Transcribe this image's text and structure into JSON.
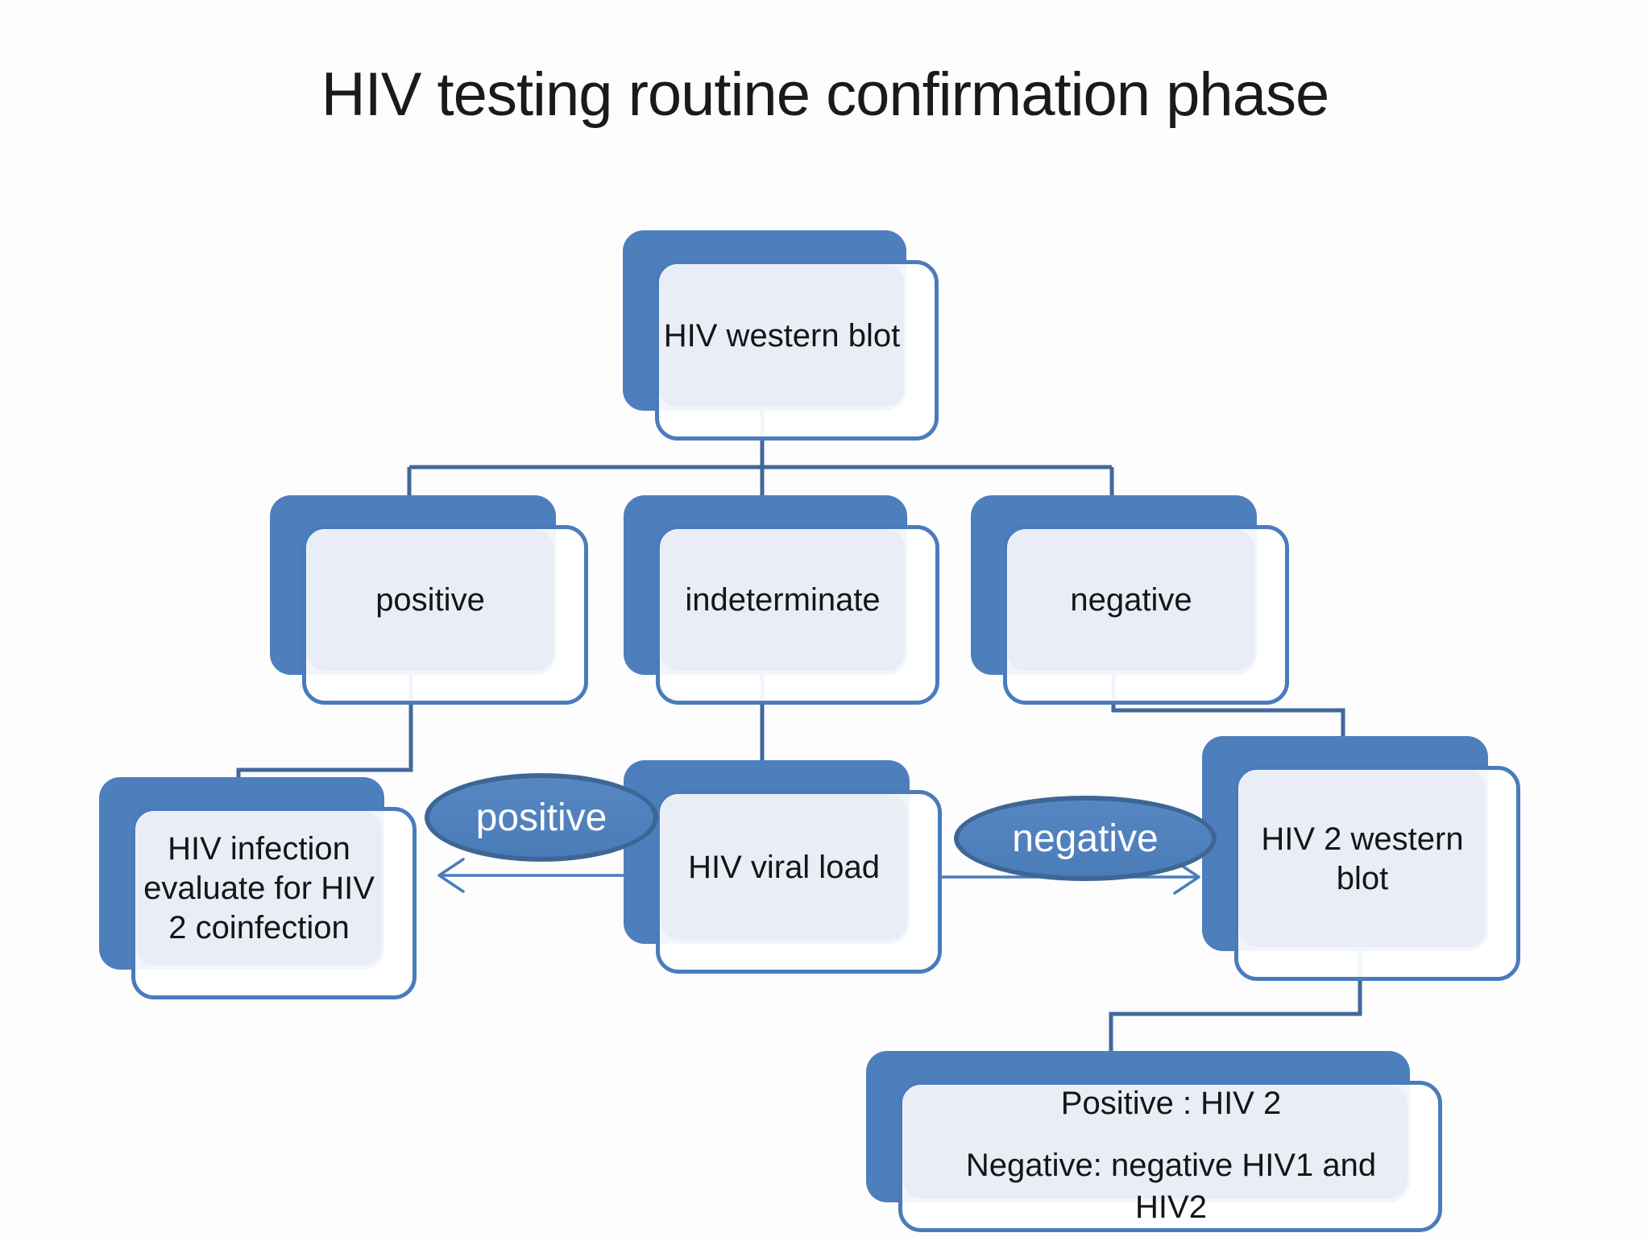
{
  "slide": {
    "title": "HIV testing routine confirmation phase"
  },
  "nodes": {
    "western_blot": {
      "label": "HIV western blot"
    },
    "positive": {
      "label": "positive"
    },
    "indeterminate": {
      "label": "indeterminate"
    },
    "negative": {
      "label": "negative"
    },
    "hiv_infection": {
      "label": "HIV infection evaluate for HIV 2 coinfection"
    },
    "viral_load": {
      "label": "HIV viral load"
    },
    "hiv2_western_blot": {
      "label": "HIV 2 western blot"
    },
    "result": {
      "lines": [
        "Positive : HIV 2",
        "Negative: negative HIV1 and HIV2"
      ]
    }
  },
  "edge_labels": {
    "viral_load_positive": "positive",
    "viral_load_negative": "negative"
  },
  "colors": {
    "shape_fill": "#4e7fbd",
    "shape_border": "#4a7cbc",
    "panel_fill": "#e9edf6",
    "connector": "#42689b",
    "arrow": "#4a7db8",
    "ellipse_fill": "#4f81bd",
    "ellipse_border": "#3d6695",
    "ellipse_text": "#ffffff",
    "text": "#151515",
    "title_text": "#1a1a1a",
    "background": "#fdfdfe"
  }
}
